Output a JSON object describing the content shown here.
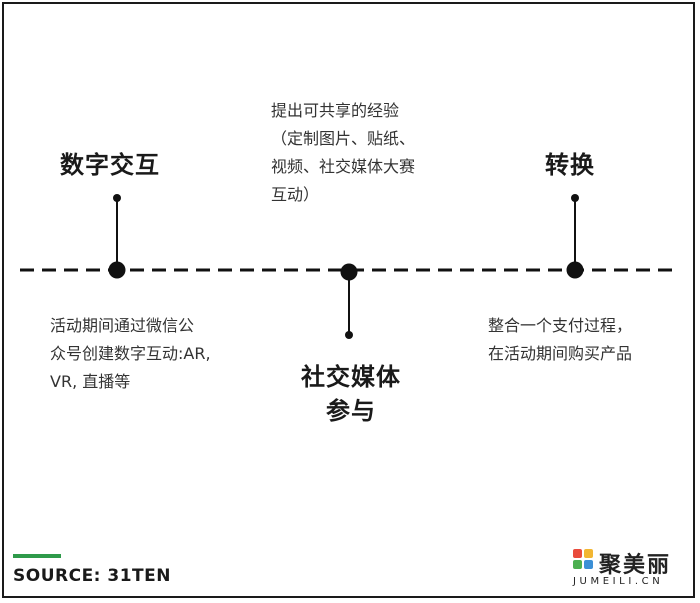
{
  "stages": [
    {
      "title": "数字交互",
      "description": [
        "活动期间通过微信公",
        "众号创建数字互动:AR,",
        "VR, 直播等"
      ]
    },
    {
      "title": [
        "社交媒体",
        "参与"
      ],
      "description": [
        "提出可共享的经验",
        "（定制图片、贴纸、",
        "视频、社交媒体大赛",
        "互动）"
      ]
    },
    {
      "title": "转换",
      "description": [
        "整合一个支付过程，",
        "在活动期间购买产品"
      ]
    }
  ],
  "source": "SOURCE: 31TEN",
  "logo": {
    "name": "聚美丽",
    "domain": "JUMEILI.CN",
    "colors": [
      "#e94b3c",
      "#f2b632",
      "#4caf50",
      "#3b8fd6"
    ]
  },
  "colors": {
    "accent": "#2e9a4a",
    "line": "#111111"
  }
}
